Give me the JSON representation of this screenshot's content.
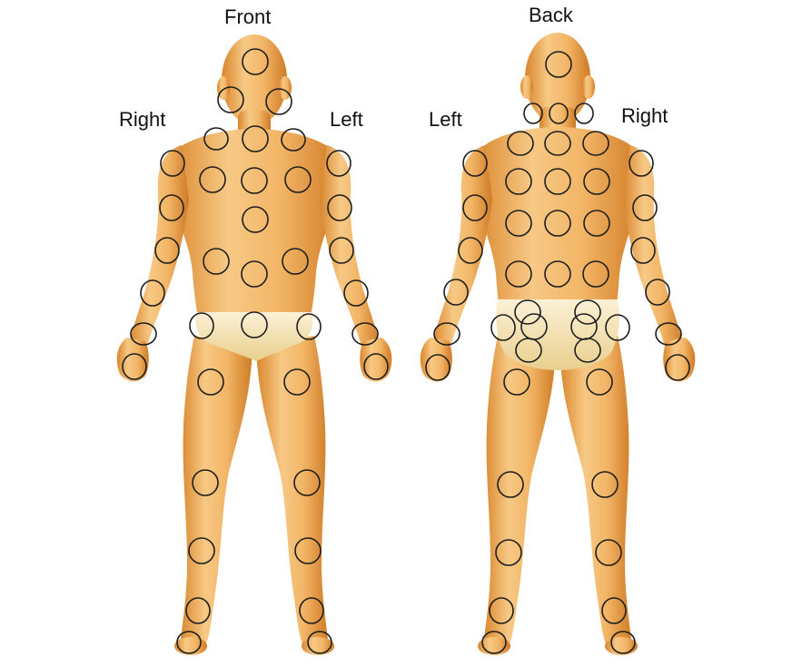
{
  "labels": {
    "front_title": "Front",
    "back_title": "Back",
    "front_right": "Right",
    "front_left": "Left",
    "back_left": "Left",
    "back_right": "Right"
  },
  "colors": {
    "skin_light": "#f6c27a",
    "skin_mid": "#eaa24d",
    "skin_dark": "#c8741f",
    "underwear": "#f3e3b2",
    "marker_stroke": "#1e1e1e",
    "text": "#111111"
  },
  "figures": [
    "front-figure",
    "back-figure"
  ]
}
